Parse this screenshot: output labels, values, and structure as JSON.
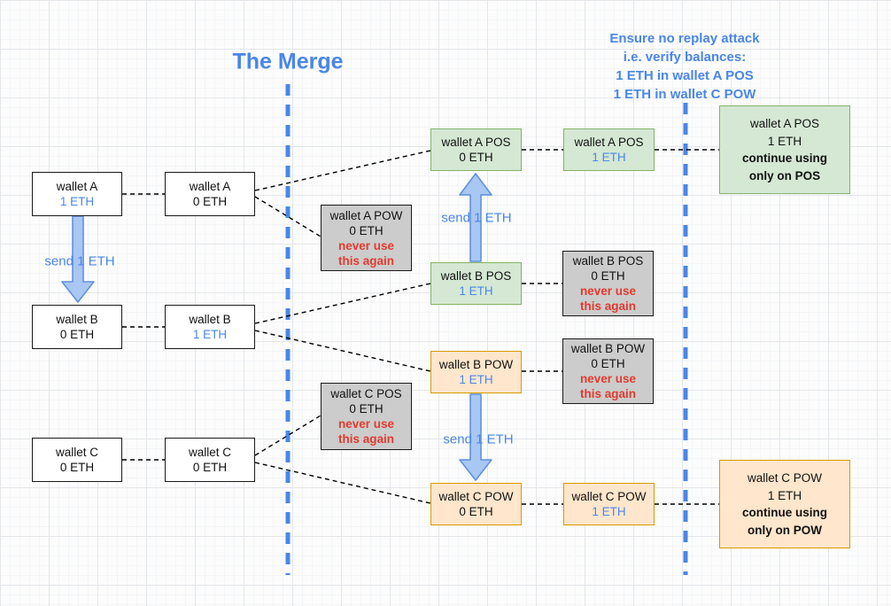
{
  "title": "The Merge",
  "note": {
    "line1": "Ensure no replay attack",
    "line2": "i.e. verify balances:",
    "line3": "1 ETH in wallet A POS",
    "line4": "1 ETH in wallet C POW"
  },
  "arrows": {
    "left": {
      "label": "send 1 ETH"
    },
    "up": {
      "label": "send 1 ETH"
    },
    "down": {
      "label": "send 1 ETH"
    }
  },
  "boxes": {
    "a1": {
      "name": "wallet A",
      "value": "1 ETH"
    },
    "a2": {
      "name": "wallet A",
      "value": "0 ETH"
    },
    "b1": {
      "name": "wallet B",
      "value": "0 ETH"
    },
    "b2": {
      "name": "wallet B",
      "value": "1 ETH"
    },
    "c1": {
      "name": "wallet C",
      "value": "0 ETH"
    },
    "c2": {
      "name": "wallet C",
      "value": "0 ETH"
    },
    "a_pow": {
      "name": "wallet A POW",
      "value": "0 ETH",
      "warn1": "never use",
      "warn2": "this again"
    },
    "c_pos": {
      "name": "wallet C POS",
      "value": "0 ETH",
      "warn1": "never use",
      "warn2": "this again"
    },
    "a_pos0": {
      "name": "wallet A POS",
      "value": "0 ETH"
    },
    "a_pos1": {
      "name": "wallet A POS",
      "value": "1 ETH"
    },
    "b_pos1": {
      "name": "wallet B POS",
      "value": "1 ETH"
    },
    "b_pos0": {
      "name": "wallet B POS",
      "value": "0 ETH",
      "warn1": "never use",
      "warn2": "this again"
    },
    "b_pow1": {
      "name": "wallet B POW",
      "value": "1 ETH"
    },
    "b_pow0": {
      "name": "wallet B POW",
      "value": "0 ETH",
      "warn1": "never use",
      "warn2": "this again"
    },
    "c_pow0": {
      "name": "wallet C POW",
      "value": "0 ETH"
    },
    "c_pow1": {
      "name": "wallet C POW",
      "value": "1 ETH"
    },
    "a_pos_final": {
      "name": "wallet A POS",
      "value": "1 ETH",
      "note1": "continue using",
      "note2": "only on POS"
    },
    "c_pow_final": {
      "name": "wallet C POW",
      "value": "1 ETH",
      "note1": "continue using",
      "note2": "only on POW"
    }
  },
  "colors": {
    "blue_text": "#4a86e8",
    "red_text": "#e03b30",
    "green_fill": "#d5e8d4",
    "green_border": "#82b366",
    "orange_fill": "#ffe6cc",
    "orange_border": "#d79b00",
    "gray_fill": "#cccccc",
    "arrow_fill": "#a9c7f3",
    "arrow_border": "#6191dd"
  }
}
